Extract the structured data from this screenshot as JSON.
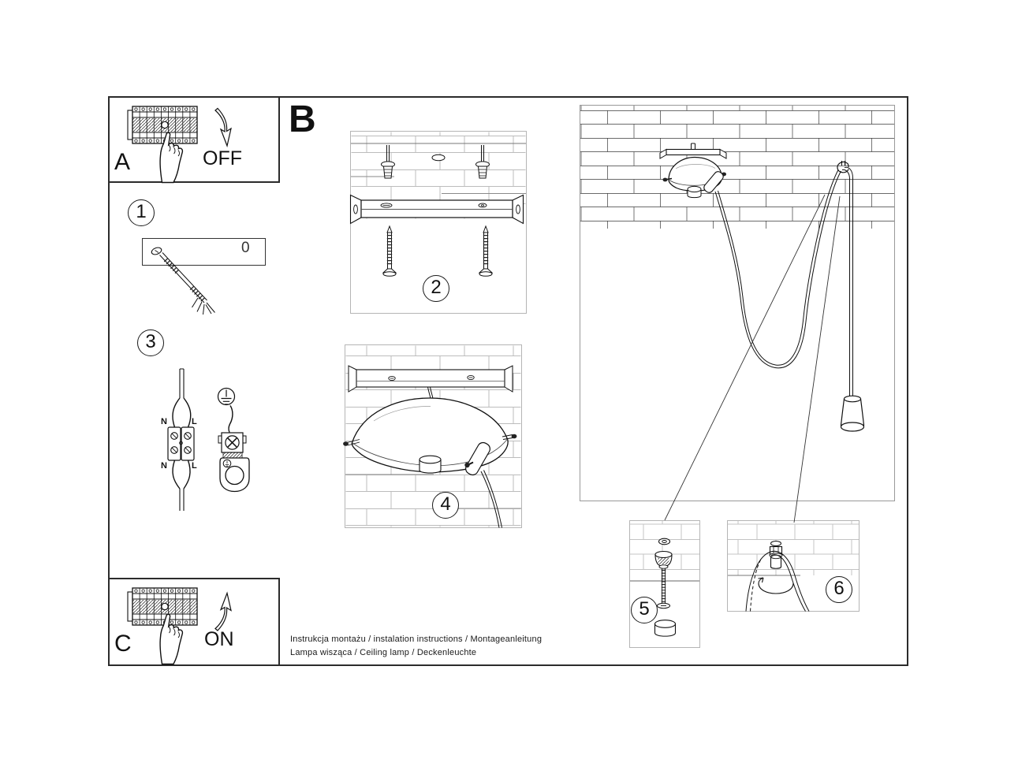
{
  "document": {
    "type": "installation-instruction-sheet",
    "product": "ceiling lamp"
  },
  "panels": {
    "a": {
      "label": "A",
      "action": "OFF"
    },
    "b": {
      "label": "B"
    },
    "c": {
      "label": "C",
      "action": "ON"
    }
  },
  "steps": {
    "s1": {
      "num": "1",
      "plate_mark": "0"
    },
    "s2": {
      "num": "2"
    },
    "s3": {
      "num": "3",
      "wire_labels": {
        "tl": "N",
        "tr": "L",
        "bl": "N",
        "br": "L"
      }
    },
    "s4": {
      "num": "4"
    },
    "s5": {
      "num": "5"
    },
    "s6": {
      "num": "6"
    }
  },
  "footer": {
    "line1": "Instrukcja montażu / instalation instructions / Montageanleitung",
    "line2": "Lampa wisząca / Ceiling lamp / Deckenleuchte"
  },
  "icons": {
    "breaker_panel": "circuit-breaker-row-icon",
    "pointing_hand": "pointing-hand-icon",
    "arrow_off": "curved-arrow-down-icon",
    "arrow_on": "curved-arrow-up-icon",
    "ground": "earth-ground-icon",
    "rotate": "rotate-arrow-icon"
  },
  "colors": {
    "line": "#1a1a1a",
    "brick_dark": "#3a3a3a",
    "brick_light": "#bcbcbc",
    "panel_border_light": "#b5b5b5",
    "frame": "#2b2b2b"
  }
}
